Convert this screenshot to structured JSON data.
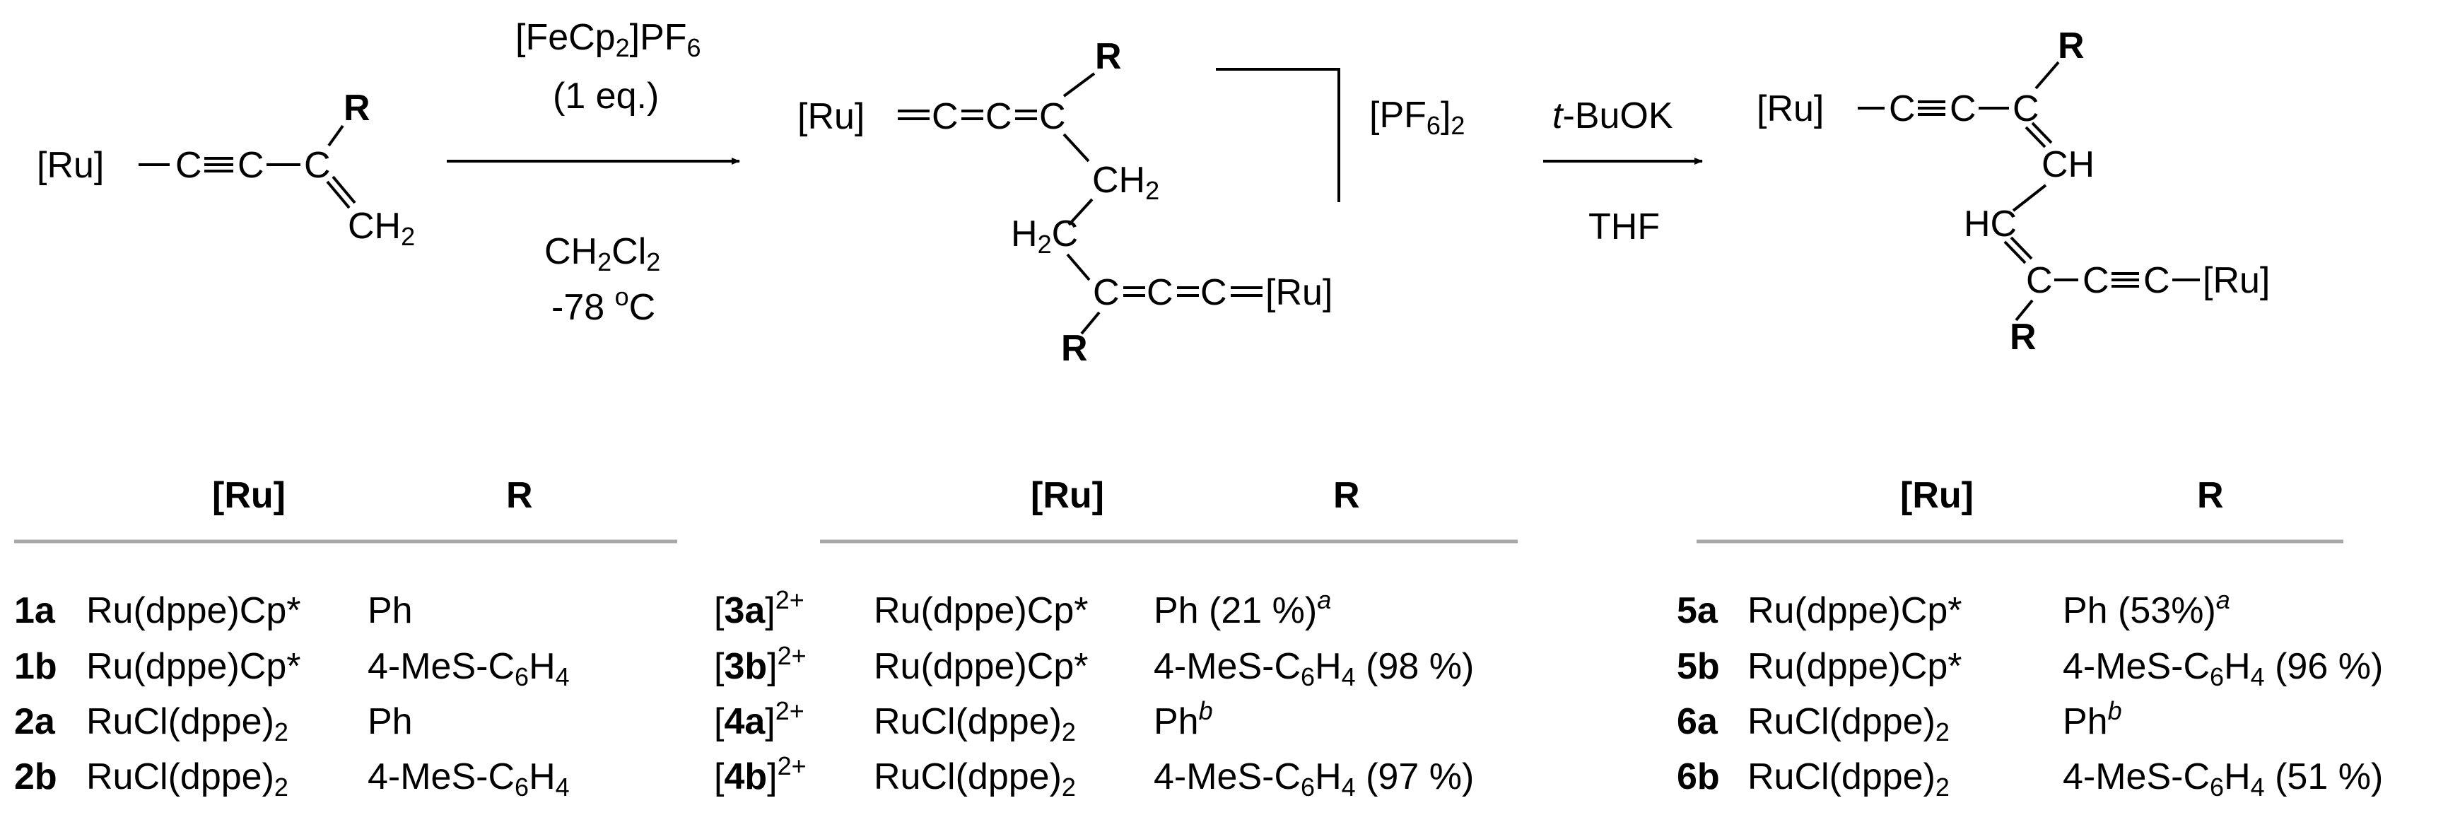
{
  "reagents": {
    "arrow1_above_l1a": "[FeCp",
    "arrow1_above_l1b": "2",
    "arrow1_above_l1c": "]PF",
    "arrow1_above_l1d": "6",
    "arrow1_above_l2": "(1 eq.)",
    "arrow1_below_l1a": "CH",
    "arrow1_below_l1b": "2",
    "arrow1_below_l1c": "Cl",
    "arrow1_below_l1d": "2",
    "arrow1_below_l2a": "-78 ",
    "arrow1_below_l2b": "o",
    "arrow1_below_l2c": "C",
    "arrow2_above_a": "t",
    "arrow2_above_b": "-BuOK",
    "arrow2_below": "THF"
  },
  "structures": {
    "ru": "[Ru]",
    "r": "R",
    "c": "C",
    "ch": "CH",
    "hc": "HC",
    "ch2_a": "CH",
    "ch2_b": "2",
    "h2c_a": "H",
    "h2c_b": "2",
    "h2c_c": "C",
    "pf6_a": "[PF",
    "pf6_b": "6",
    "pf6_c": "]",
    "pf6_d": "2"
  },
  "tables": {
    "header_ru": "[Ru]",
    "header_r": "R",
    "t1": [
      {
        "id": "1a",
        "ru": "Ru(dppe)Cp*",
        "r": "Ph"
      },
      {
        "id": "1b",
        "ru": "Ru(dppe)Cp*",
        "r_a": "4-MeS-C",
        "r_b": "6",
        "r_c": "H",
        "r_d": "4"
      },
      {
        "id": "2a",
        "ru": "RuCl(dppe)",
        "ru_sub": "2",
        "r": "Ph"
      },
      {
        "id": "2b",
        "ru": "RuCl(dppe)",
        "ru_sub": "2",
        "r_a": "4-MeS-C",
        "r_b": "6",
        "r_c": "H",
        "r_d": "4"
      }
    ],
    "t2": [
      {
        "open": "[",
        "id": "3a",
        "close": "]",
        "charge": "2+",
        "ru": "Ru(dppe)Cp*",
        "r": "Ph  (21 %)",
        "note": "a"
      },
      {
        "open": "[",
        "id": "3b",
        "close": "]",
        "charge": "2+",
        "ru": "Ru(dppe)Cp*",
        "r_a": "4-MeS-C",
        "r_b": "6",
        "r_c": "H",
        "r_d": "4",
        "yield": " (98 %)"
      },
      {
        "open": "[",
        "id": "4a",
        "close": "]",
        "charge": "2+",
        "ru": "RuCl(dppe)",
        "ru_sub": "2",
        "r": "Ph",
        "note": "b"
      },
      {
        "open": "[",
        "id": "4b",
        "close": "]",
        "charge": "2+",
        "ru": "RuCl(dppe)",
        "ru_sub": "2",
        "r_a": "4-MeS-C",
        "r_b": "6",
        "r_c": "H",
        "r_d": "4",
        "yield": " (97 %)"
      }
    ],
    "t3": [
      {
        "id": "5a",
        "ru": "Ru(dppe)Cp*",
        "r": "Ph (53%)",
        "note": "a"
      },
      {
        "id": "5b",
        "ru": "Ru(dppe)Cp*",
        "r_a": "4-MeS-C",
        "r_b": "6",
        "r_c": "H",
        "r_d": "4",
        "yield": " (96 %)"
      },
      {
        "id": "6a",
        "ru": "RuCl(dppe)",
        "ru_sub": "2",
        "r": "Ph",
        "note": "b"
      },
      {
        "id": "6b",
        "ru": "RuCl(dppe)",
        "ru_sub": "2",
        "r_a": "4-MeS-C",
        "r_b": "6",
        "r_c": "H",
        "r_d": "4",
        "yield": " (51 %)"
      }
    ]
  }
}
